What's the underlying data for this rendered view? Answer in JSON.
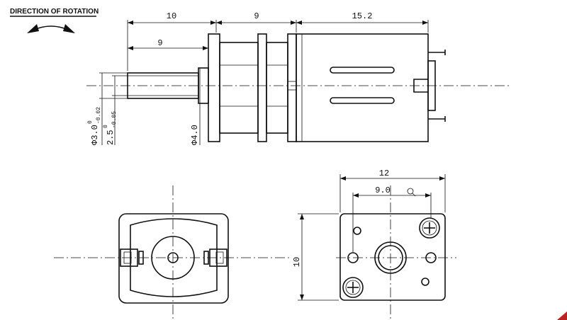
{
  "title": "DIRECTION OF ROTATION",
  "side_view": {
    "dim_shaft_total": "10",
    "dim_gearbox": "9",
    "dim_motor": "15.2",
    "dim_shaft": "9",
    "dia_shaft": "Φ3.0",
    "dia_shaft_upper": "0",
    "dia_shaft_lower": "-0.02",
    "dia_flat": "2.5",
    "dia_flat_upper": "0",
    "dia_flat_lower": "-0.05",
    "dia_boss": "Φ4.0"
  },
  "rear_view": {
    "dim_width": "12",
    "dim_holes": "9.0",
    "dim_height": "10"
  }
}
